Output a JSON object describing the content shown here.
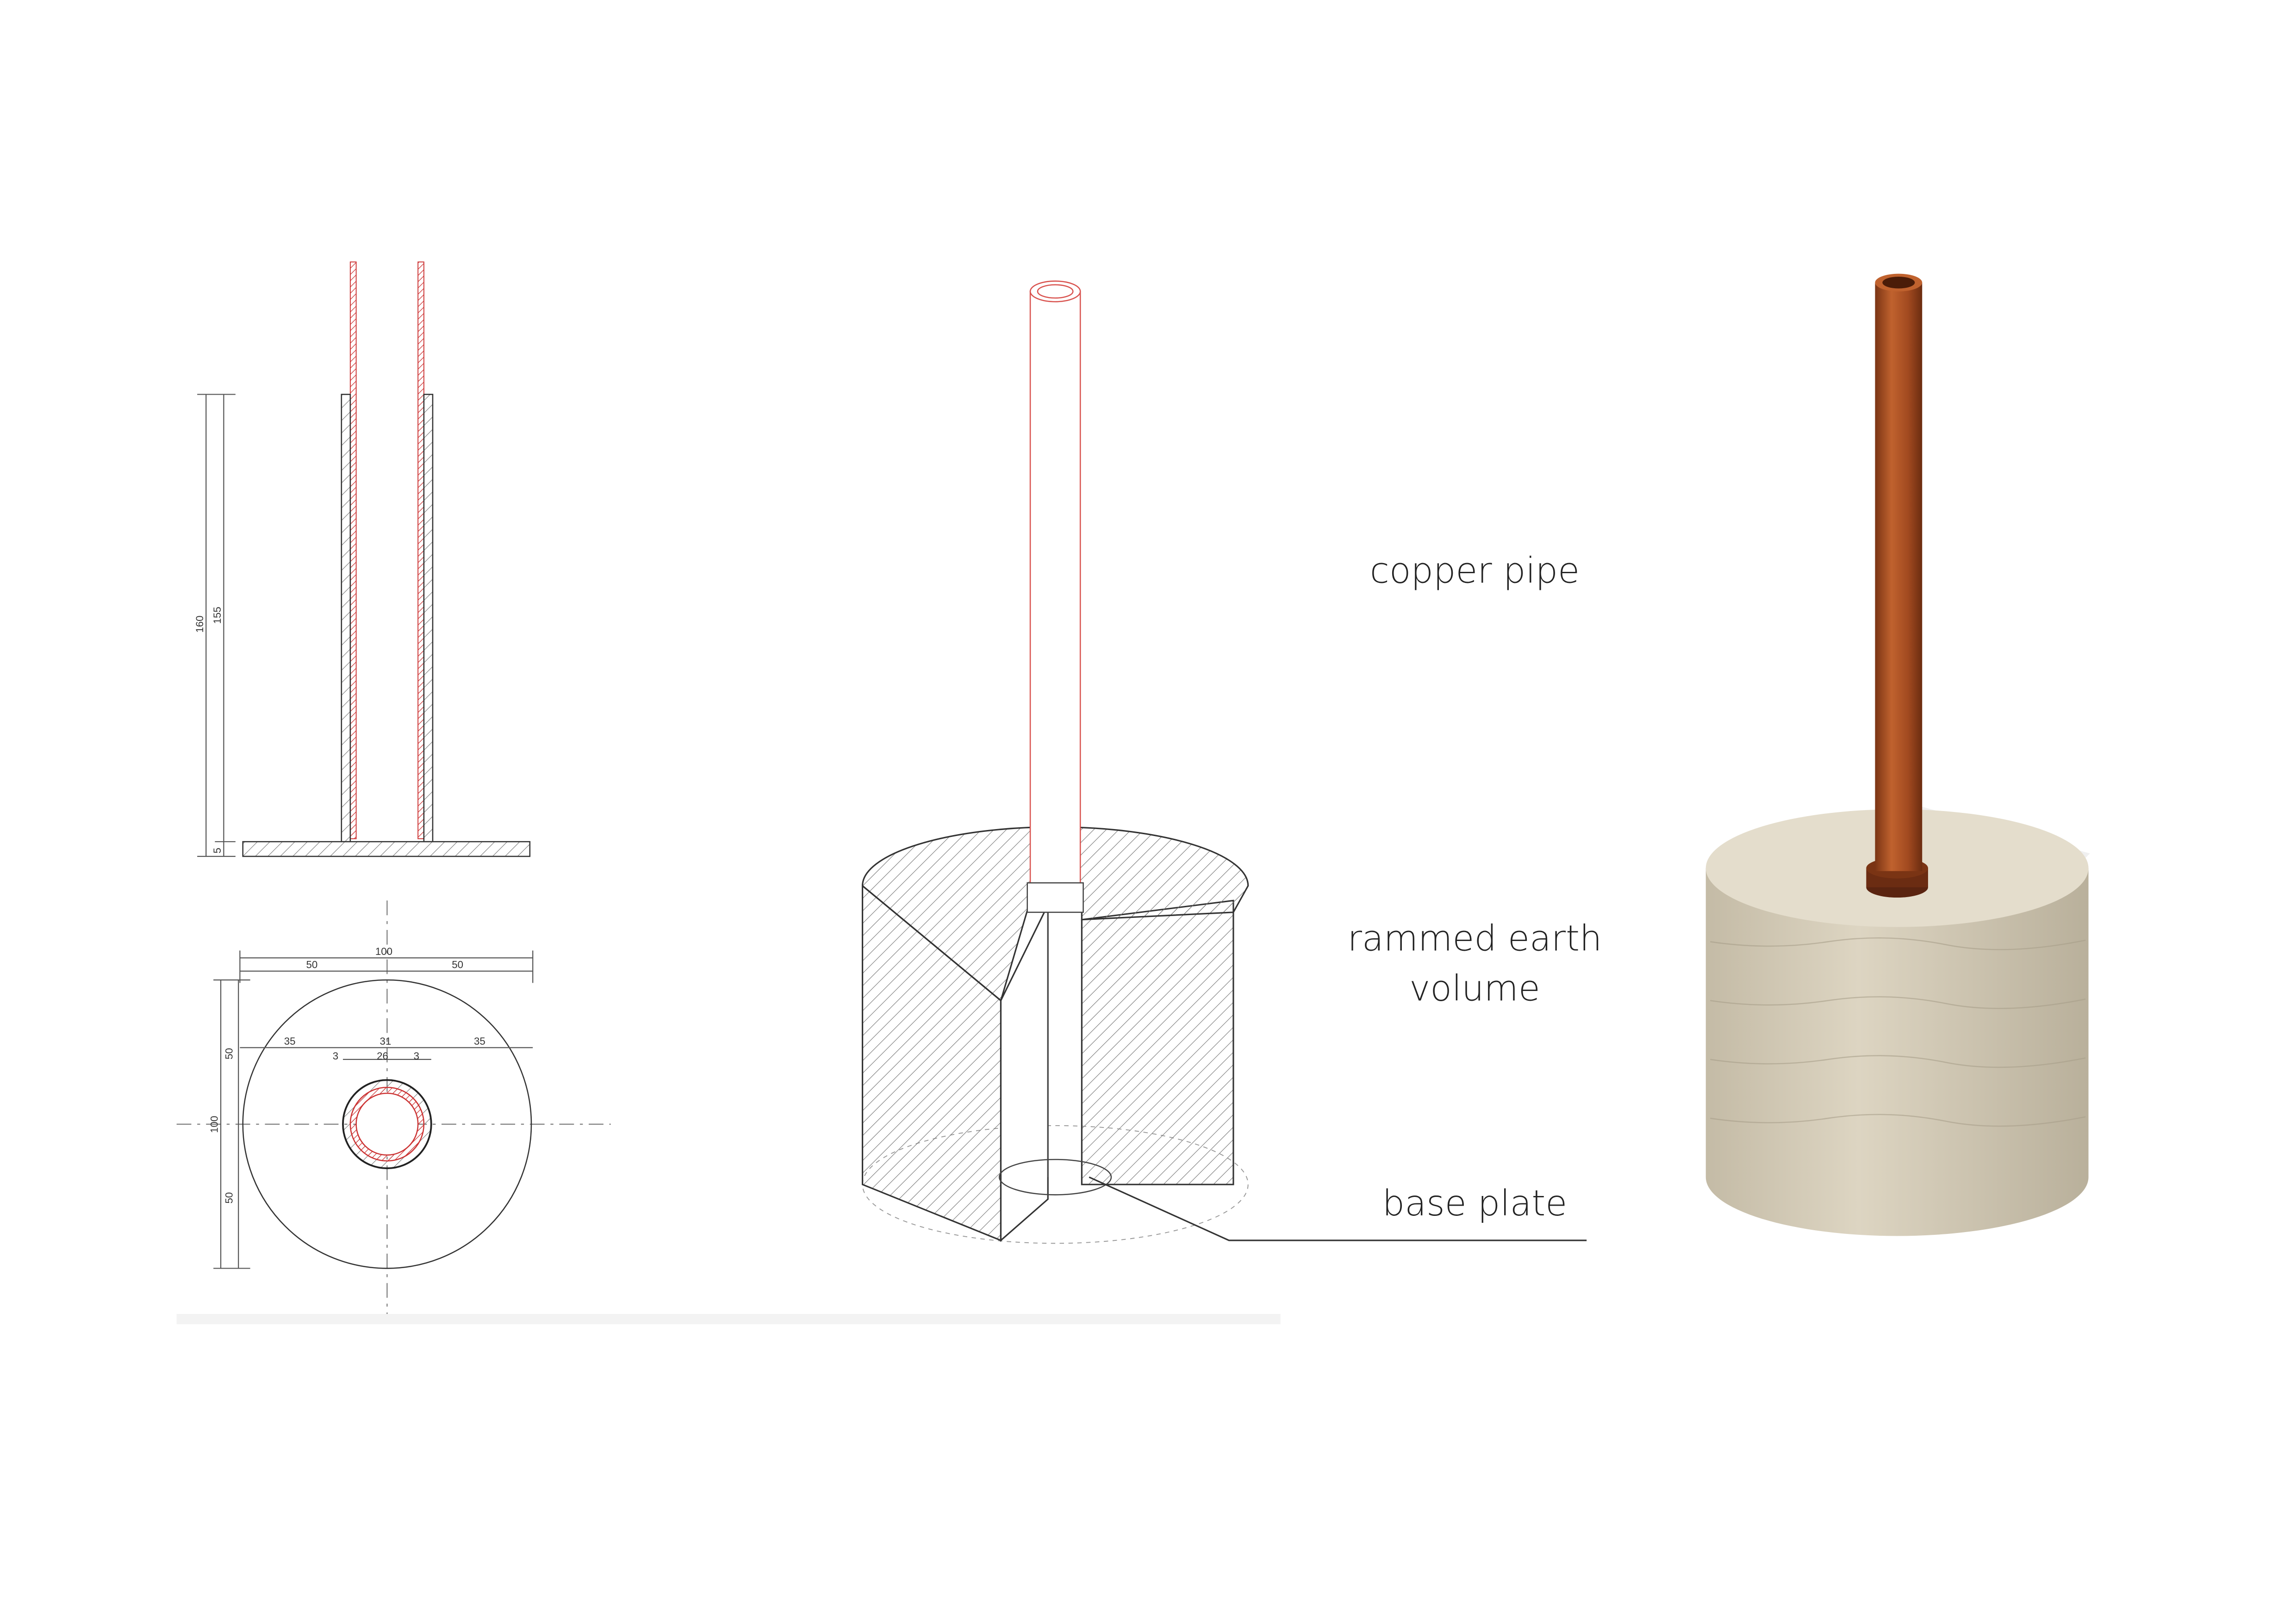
{
  "labels": {
    "copper_pipe": "copper pipe",
    "rammed_earth_line1": "rammed earth",
    "rammed_earth_line2": "volume",
    "base_plate": "base plate"
  },
  "elevation_dims": {
    "total": "160",
    "sleeve": "155",
    "plate": "5"
  },
  "plan_dims": {
    "overall": "100",
    "half_left": "50",
    "half_right": "50",
    "edge_left": "35",
    "sleeve_dia": "31",
    "edge_right": "35",
    "wall_left": "3",
    "inner_dia": "26",
    "wall_right": "3",
    "v_top": "50",
    "v_total": "100",
    "v_bottom": "50"
  },
  "colors": {
    "copper": "#b5562a",
    "pipe_line": "#d9534f",
    "earth": "#d8d0bd"
  }
}
